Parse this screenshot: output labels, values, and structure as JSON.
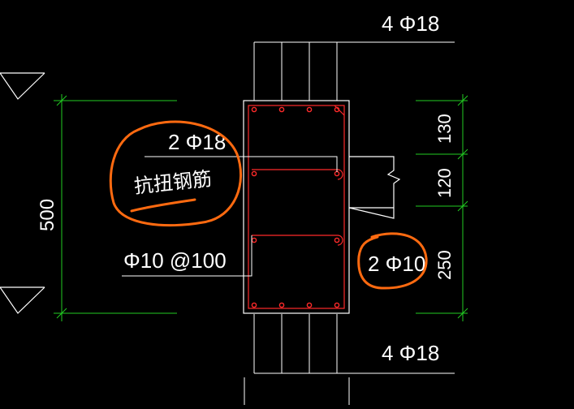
{
  "labels": {
    "top_rebar": "4 Φ18",
    "bottom_rebar": "4 Φ18",
    "torsion_rebar": "2 Φ18",
    "torsion_note": "抗扭钢筋",
    "stirrup": "Φ10 @100",
    "web_rebar": "2 Φ10"
  },
  "dimensions": {
    "height_total": "500",
    "seg_top": "130",
    "seg_mid": "120",
    "seg_bottom": "250"
  },
  "colors": {
    "background": "#000000",
    "line": "#ffffff",
    "rebar": "#ff2a2a",
    "dimension": "#22cc22",
    "annotation": "#ff6a10"
  }
}
